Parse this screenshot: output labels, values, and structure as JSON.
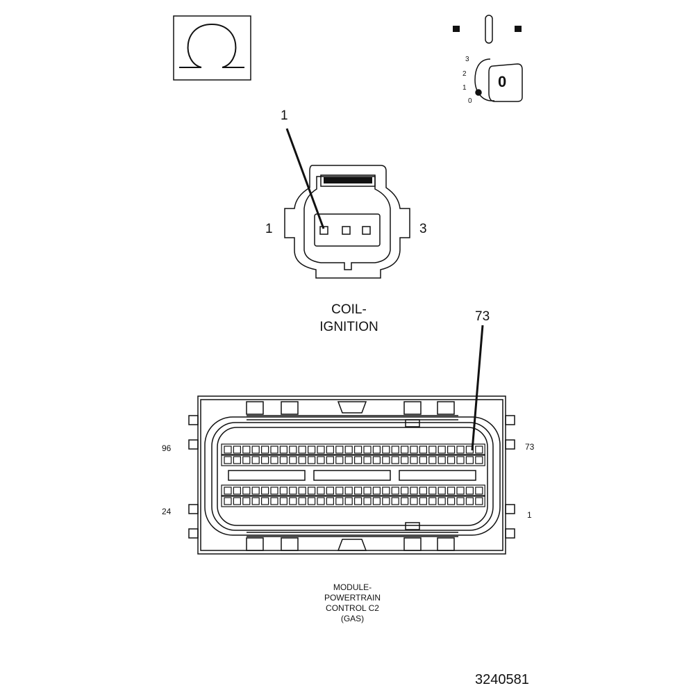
{
  "ohm_symbol": "Ω",
  "key_switch": {
    "positions": [
      "3",
      "2",
      "1",
      "0"
    ],
    "key_label": "0"
  },
  "coil_connector": {
    "callout": "1",
    "left_pin": "1",
    "right_pin": "3",
    "title_line1": "COIL-",
    "title_line2": "IGNITION"
  },
  "pcm_connector": {
    "callout": "73",
    "top_left_pin": "96",
    "top_right_pin": "73",
    "bottom_left_pin": "24",
    "bottom_right_pin": "1",
    "caption_lines": [
      "MODULE-",
      "POWERTRAIN",
      "CONTROL C2",
      "(GAS)"
    ]
  },
  "figure_id": "3240581",
  "colors": {
    "line": "#111111",
    "background": "#ffffff"
  }
}
